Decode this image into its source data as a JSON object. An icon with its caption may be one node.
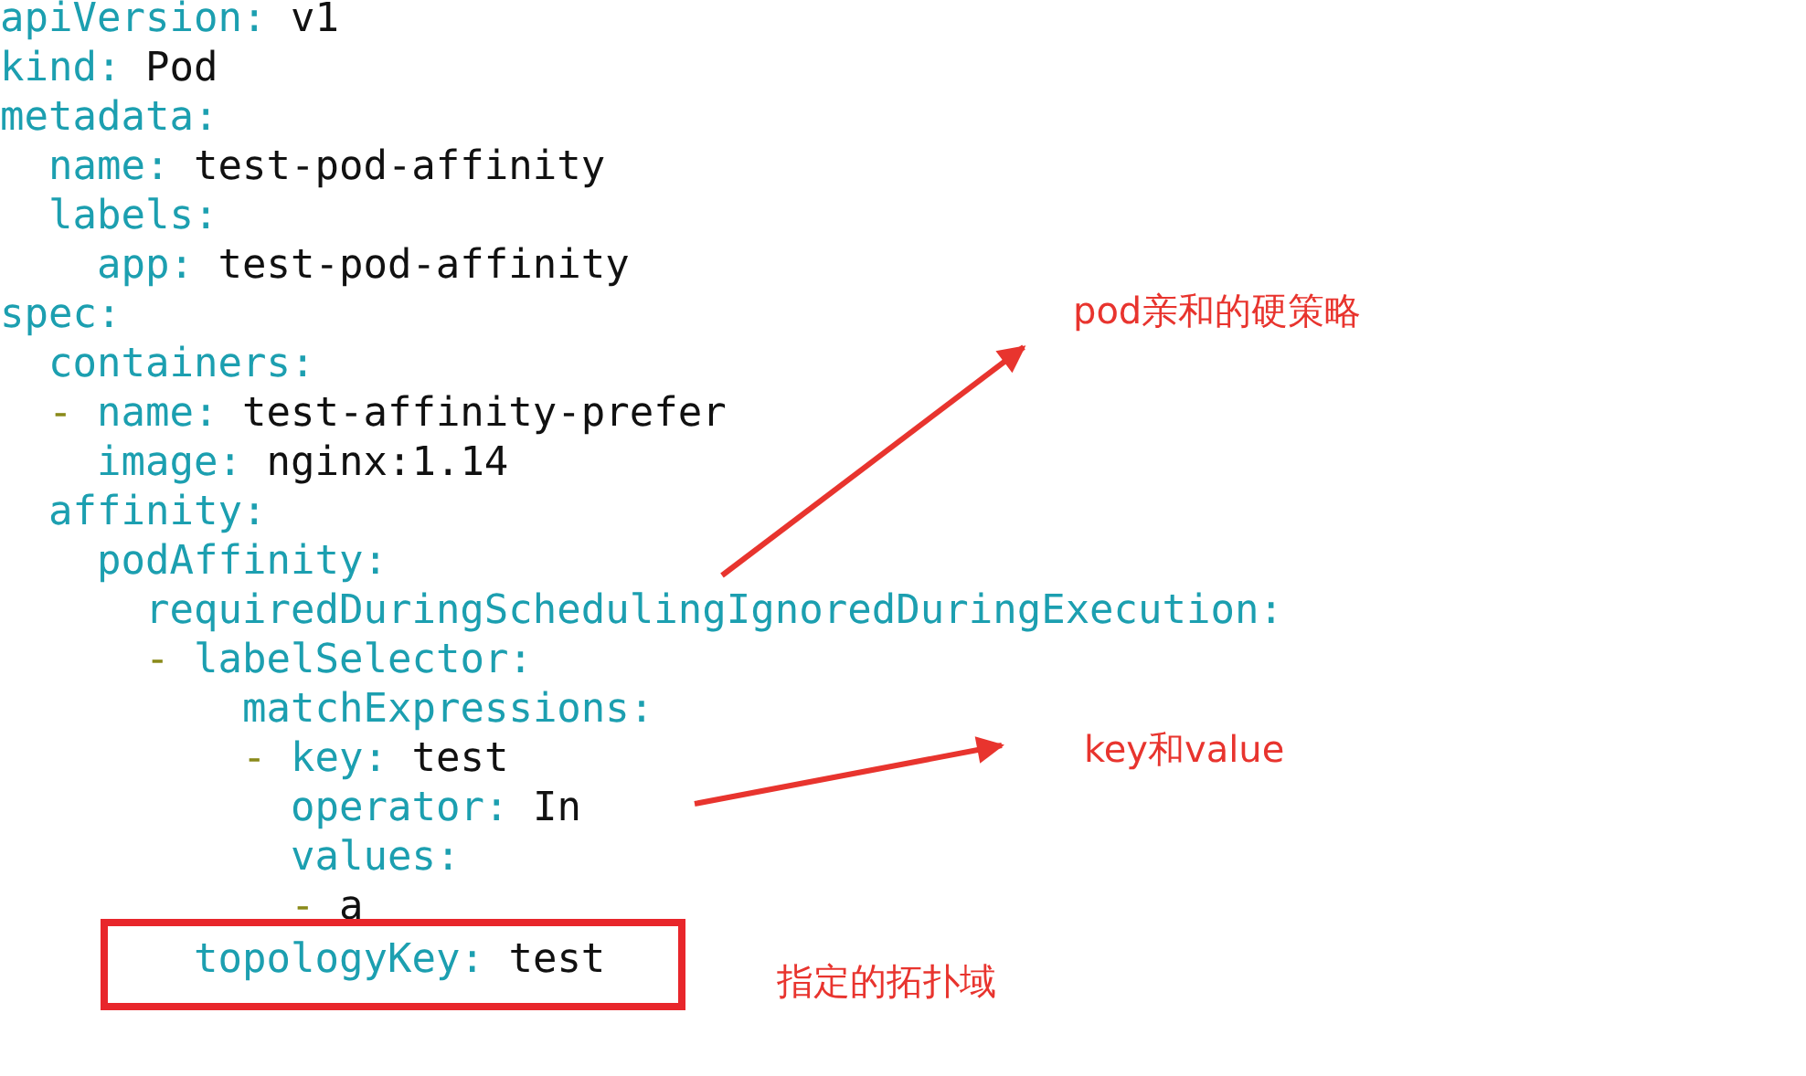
{
  "diagram": {
    "nodes": [
      {
        "text": [
          "pod亲和的硬策略"
        ]
      },
      {
        "text": [
          "key和value"
        ]
      },
      {
        "text": [
          "topologyKey: test"
        ],
        "beside": [
          "指定的拓扑域"
        ]
      }
    ],
    "edges": [
      {
        "from": null,
        "to": 0,
        "arrow": "to"
      },
      {
        "from": null,
        "to": 1,
        "arrow": "to"
      }
    ],
    "labels": [
      "apiVersion: v1",
      "kind: Pod",
      "metadata:",
      "name: test-pod-affinity",
      "labels:",
      "app: test-pod-affinity",
      "spec:",
      "containers:",
      "- name: test-affinity-prefer",
      "image: nginx:1.14",
      "affinity:",
      "podAffinity:",
      "requiredDuringSchedulingIgnoredDuringExecution:",
      "- labelSelector:",
      "matchExpressions:",
      "- key: test",
      "operator: In",
      "values:",
      "- a"
    ]
  }
}
